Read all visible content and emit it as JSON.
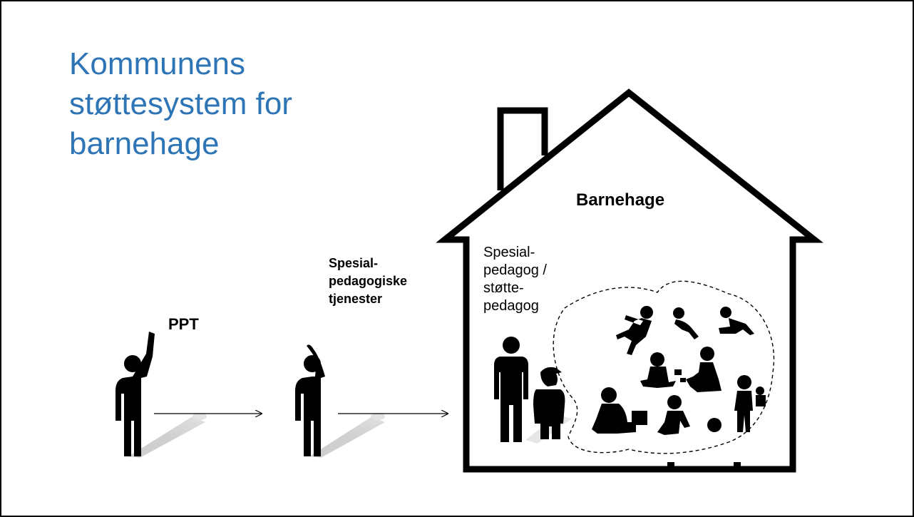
{
  "slide": {
    "title": "Kommunens\nstøttesystem for\nbarnehage",
    "labels": {
      "ppt": "PPT",
      "special_services": "Spesial-\npedagogiske\ntjenester",
      "kindergarten": "Barnehage",
      "special_staff": "Spesial-\npedagog /\nstøtte-\npedagog"
    }
  },
  "icons": {
    "person_waving": "person-waving-silhouette-icon",
    "adult": "adult-silhouette-icon",
    "child": "child-silhouette-icon",
    "house": "house-outline-icon"
  },
  "colors": {
    "title": "#2e75b6",
    "silhouette": "#000000",
    "shadow": "#d9d9d9"
  }
}
